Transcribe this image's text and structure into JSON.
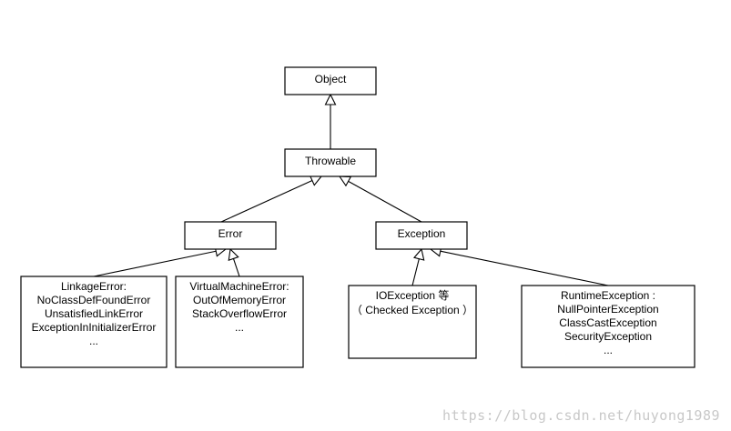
{
  "nodes": {
    "object": {
      "lines": [
        "Object"
      ]
    },
    "throwable": {
      "lines": [
        "Throwable"
      ]
    },
    "error": {
      "lines": [
        "Error"
      ]
    },
    "exception": {
      "lines": [
        "Exception"
      ]
    },
    "linkage": {
      "lines": [
        "LinkageError:",
        "NoClassDefFoundError",
        "UnsatisfiedLinkError",
        "ExceptionInInitializerError",
        "..."
      ]
    },
    "vm": {
      "lines": [
        "VirtualMachineError:",
        "OutOfMemoryError",
        "StackOverflowError",
        "..."
      ]
    },
    "io": {
      "lines": [
        "IOException 等",
        "（ Checked Exception ）"
      ]
    },
    "runtime": {
      "lines": [
        "RuntimeException :",
        "NullPointerException",
        "ClassCastException",
        "SecurityException",
        "..."
      ]
    }
  },
  "edges": [
    {
      "from": "throwable",
      "to": "object"
    },
    {
      "from": "error",
      "to": "throwable"
    },
    {
      "from": "exception",
      "to": "throwable"
    },
    {
      "from": "linkage",
      "to": "error"
    },
    {
      "from": "vm",
      "to": "error"
    },
    {
      "from": "io",
      "to": "exception"
    },
    {
      "from": "runtime",
      "to": "exception"
    }
  ],
  "watermark": "https://blog.csdn.net/huyong1989"
}
